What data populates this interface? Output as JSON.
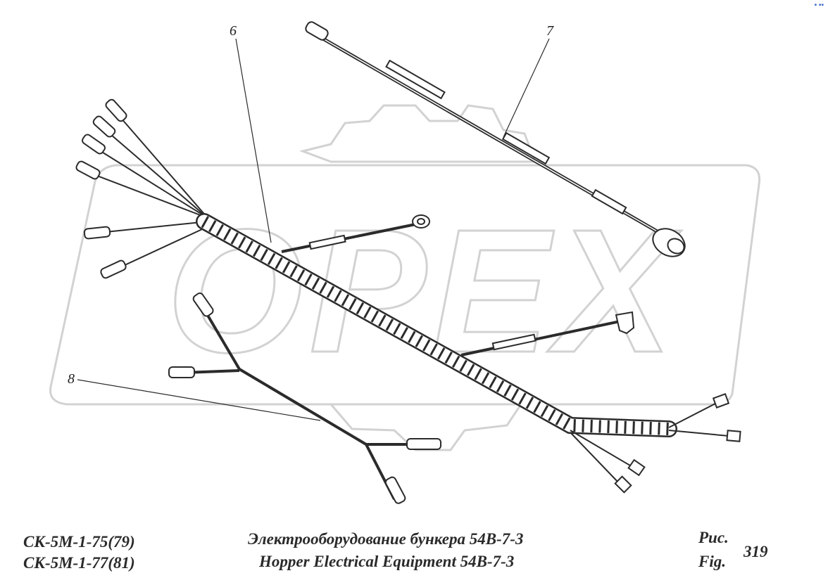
{
  "watermark": {
    "text": "OPEX",
    "color": "#d2d2d2"
  },
  "callouts": {
    "six": "6",
    "seven": "7",
    "eight": "8"
  },
  "caption": {
    "model_1": "СК-5М-1-75(79)",
    "model_2": "СК-5М-1-77(81)",
    "title_ru": "Электрооборудование бункера  54В-7-3",
    "title_en": "Hopper Electrical Equipment  54В-7-3",
    "fig_ru": "Рис.",
    "fig_en": "Fig.",
    "fig_number": "319"
  },
  "colors": {
    "line": "#2b2b2b",
    "watermark": "#d2d2d2"
  }
}
